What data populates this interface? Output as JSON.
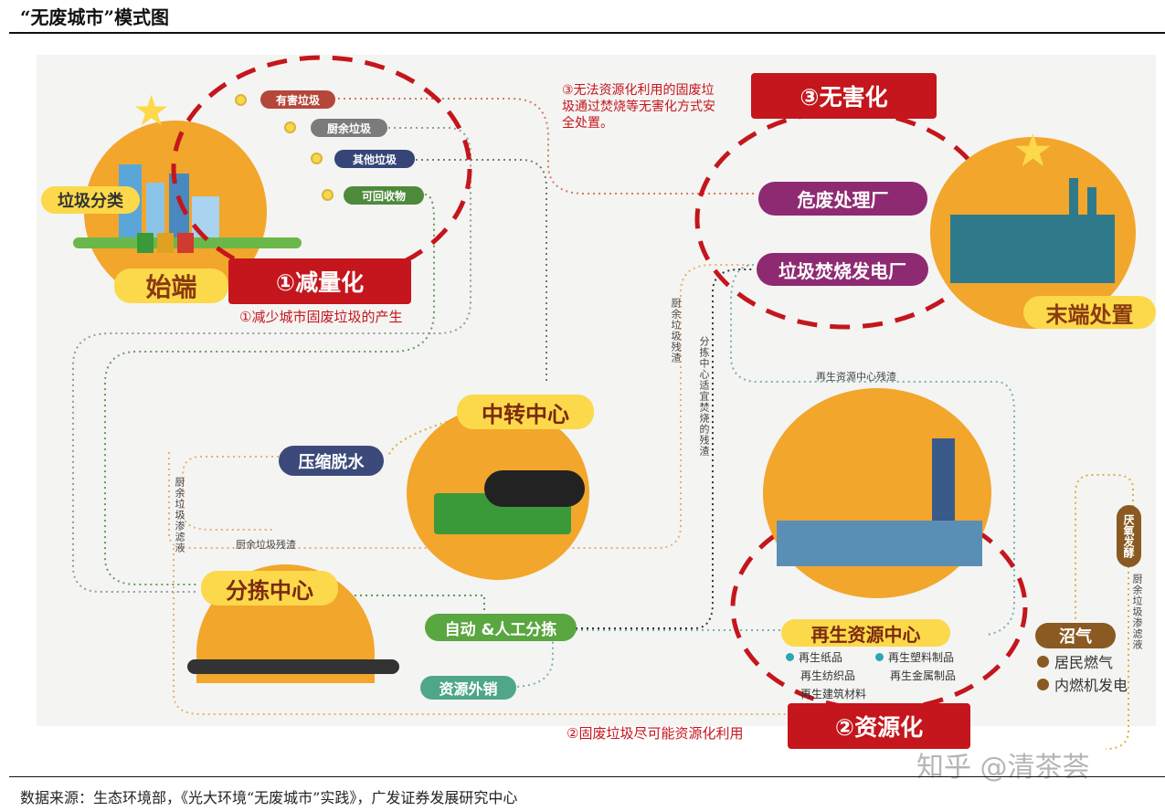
{
  "title": "“无废城市”模式图",
  "start": {
    "label": "始端",
    "sort_label": "垃圾分类",
    "categories": [
      {
        "label": "有害垃圾",
        "color": "#b5473a"
      },
      {
        "label": "厨余垃圾",
        "color": "#7b7b7b"
      },
      {
        "label": "其他垃圾",
        "color": "#354578"
      },
      {
        "label": "可回收物",
        "color": "#4d8a3a"
      }
    ]
  },
  "reduce": {
    "label": "①减量化",
    "desc": "①减少城市固废垃圾的产生"
  },
  "harmless": {
    "label": "③无害化",
    "desc": "③无法资源化利用的固废垃圾通过焚烧等无害化方式安全处置。",
    "hazard_plant": "危废处理厂",
    "incineration_plant": "垃圾焚烧发电厂"
  },
  "end": {
    "label": "末端处置"
  },
  "transfer": {
    "label": "中转中心",
    "compress": "压缩脱水"
  },
  "sorting": {
    "label": "分拣中心",
    "auto": "自动 &人工分拣",
    "export": "资源外销"
  },
  "recycle": {
    "label": "再生资源中心",
    "items": [
      "再生纸品",
      "再生塑料制品",
      "再生纺织品",
      "再生金属制品",
      "再生建筑材料"
    ]
  },
  "resource": {
    "label": "②资源化",
    "desc": "②固废垃圾尽可能资源化利用"
  },
  "biogas": {
    "label": "沼气",
    "ferment": "厌氧发酵",
    "uses": [
      "居民燃气",
      "内燃机发电"
    ]
  },
  "flows": {
    "kitchen_residue_a": "厨余垃圾残渣",
    "sort_residue": "分拣中心适宜焚烧的残渣",
    "recycle_residue": "再生资源中心残渣",
    "kitchen_residue_b": "厨余垃圾残渣",
    "leachate_left": "厨余垃圾渗滤液",
    "leachate_right": "厨余垃圾渗滤液"
  },
  "watermark": "知乎 @清茶荟",
  "source": "数据来源：生态环境部，《光大环境“无废城市”实践》，广发证券发展研究中心",
  "colors": {
    "accent_red": "#c4161c",
    "orange": "#f2a62b",
    "yellow": "#fbd94a",
    "purple": "#8e2a72",
    "green": "#4d9a3a",
    "brown": "#8a5a22"
  }
}
